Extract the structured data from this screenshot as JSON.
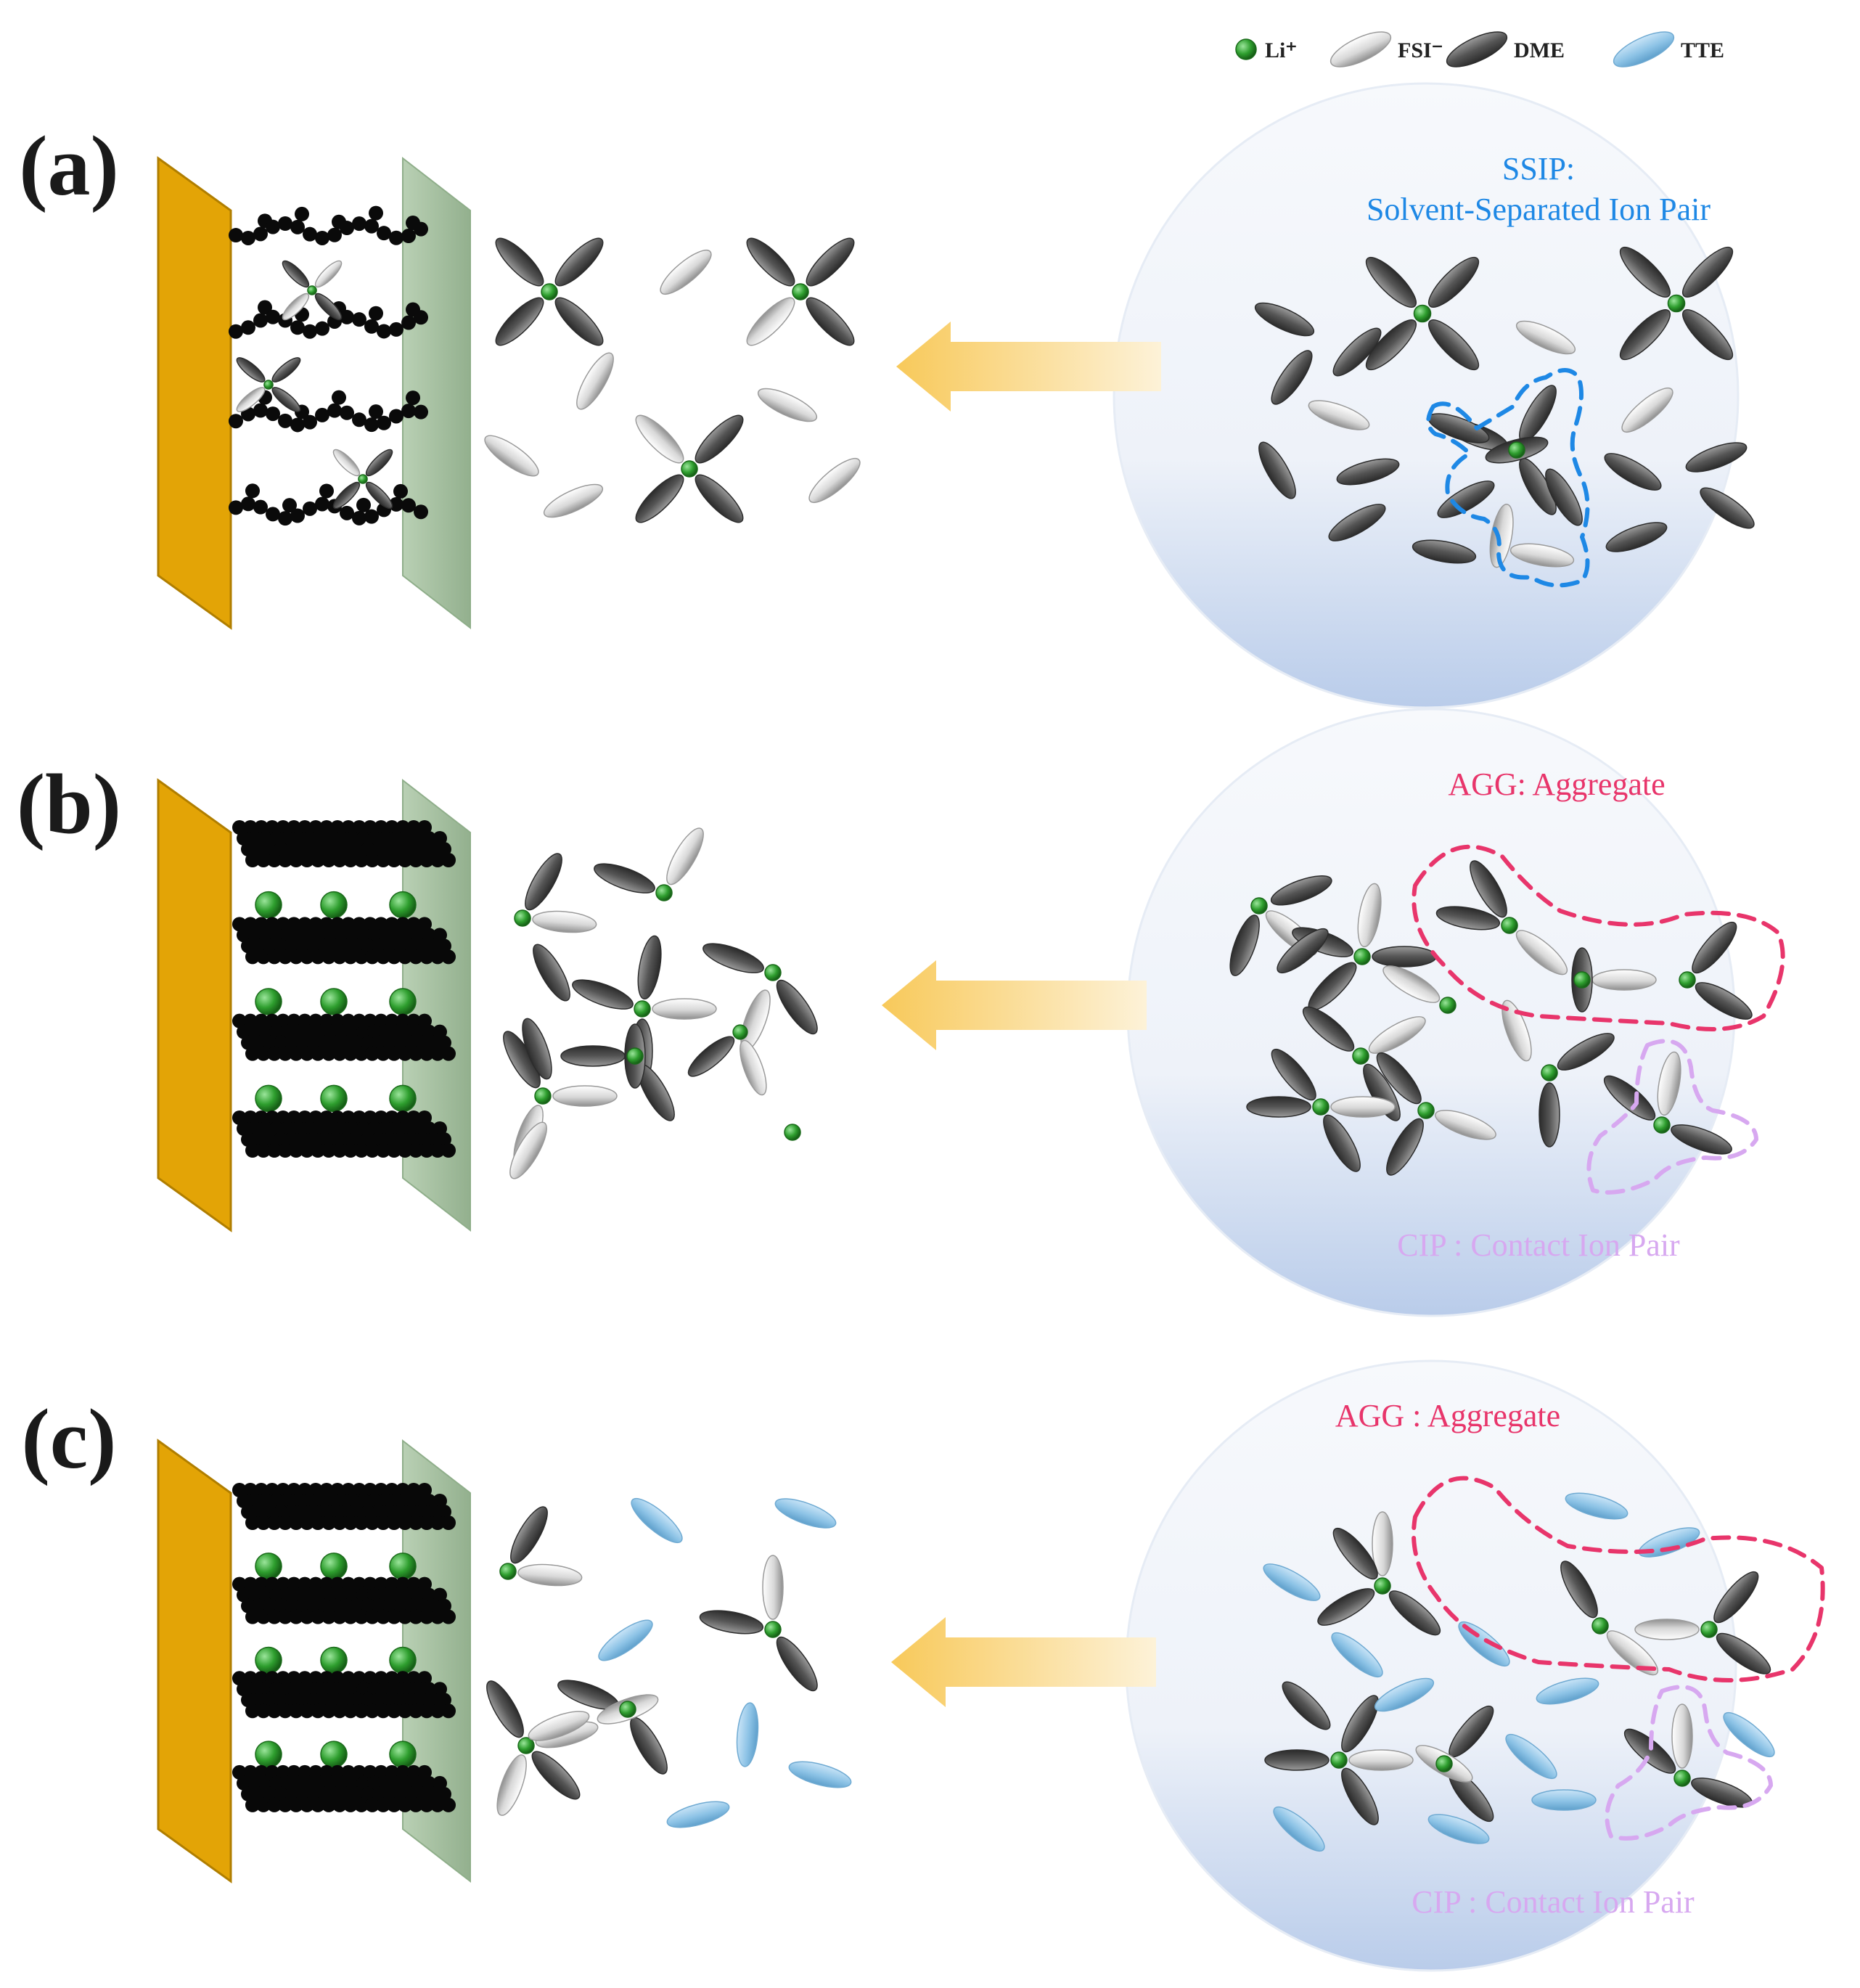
{
  "legend": {
    "items": [
      {
        "label": "Li⁺",
        "kind": "li"
      },
      {
        "label": "FSI⁻",
        "kind": "fsi"
      },
      {
        "label": "DME",
        "kind": "dme"
      },
      {
        "label": "TTE",
        "kind": "tte"
      }
    ]
  },
  "panels": [
    {
      "label": "(a)",
      "bubble_labels": [
        {
          "text": "SSIP:",
          "color": "#1E88E5"
        },
        {
          "text": "Solvent-Separated Ion Pair",
          "color": "#1E88E5"
        }
      ]
    },
    {
      "label": "(b)",
      "bubble_labels": [
        {
          "text": "AGG: Aggregate",
          "color": "#E8356B"
        },
        {
          "text": "CIP : Contact Ion Pair",
          "color": "#D7A8F0"
        }
      ]
    },
    {
      "label": "(c)",
      "bubble_labels": [
        {
          "text": "AGG : Aggregate",
          "color": "#E8356B"
        },
        {
          "text": "CIP : Contact Ion Pair",
          "color": "#D7A8F0"
        }
      ]
    }
  ],
  "colors": {
    "li": "#2E9E2E",
    "fsi": "#D9D9D9",
    "dme": "#4A4A4A",
    "tte": "#8DC3E6",
    "current_collector": "#E3A406",
    "separator": "#A9C4A4",
    "arrow": "#F8C95A",
    "ssip_outline": "#1E88E5",
    "agg_outline": "#E8356B",
    "cip_outline": "#D7A8F0"
  }
}
